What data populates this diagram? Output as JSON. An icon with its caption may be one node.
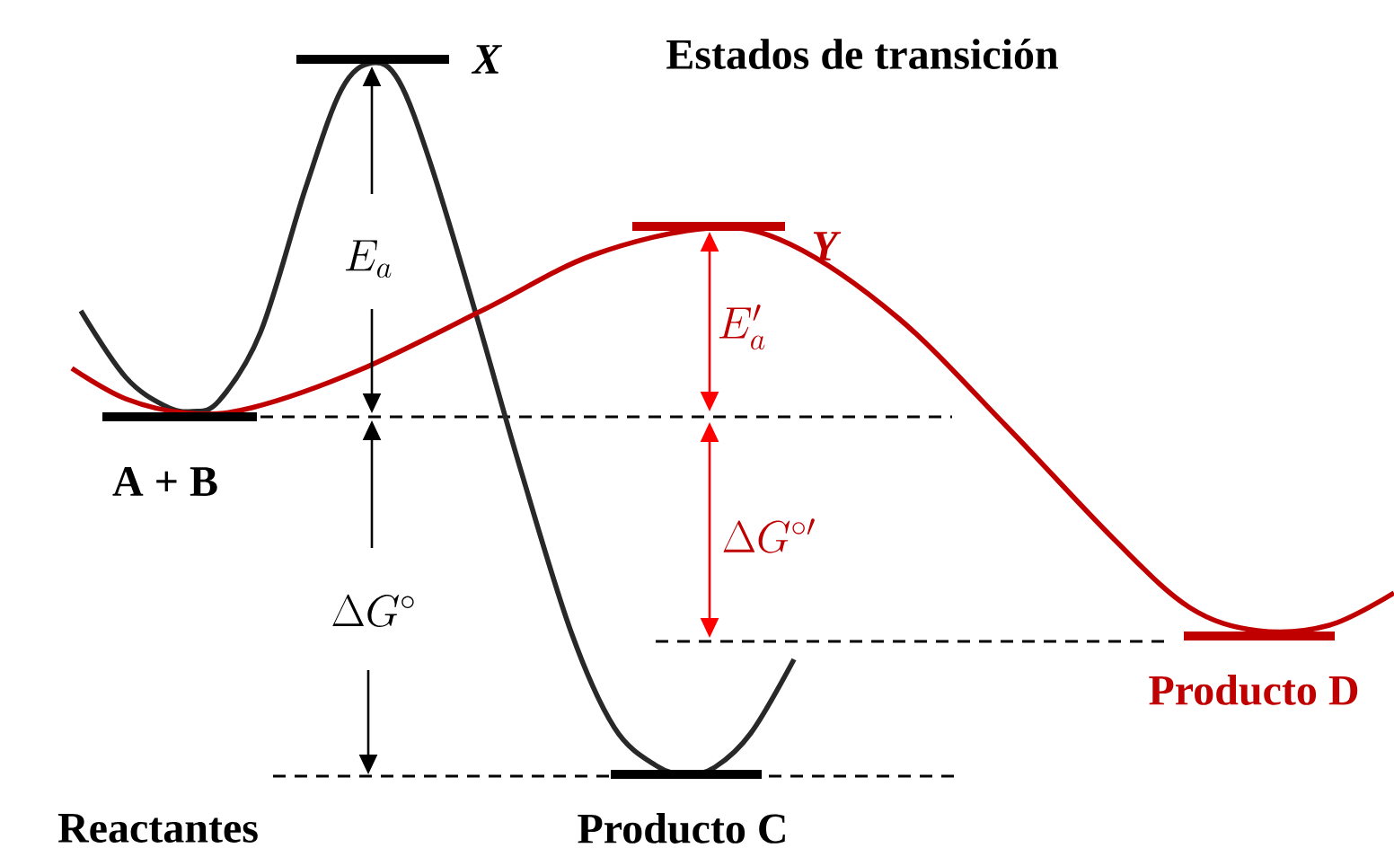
{
  "diagram": {
    "labels": [
      "X",
      "Estados de transición",
      "Y",
      "E_a",
      "E'_a",
      "A + B",
      "\\Delta G^{\\circ}",
      "\\Delta G^{\\circ\\prime}",
      "Producto D",
      "Reactantes",
      "Producto C"
    ]
  }
}
